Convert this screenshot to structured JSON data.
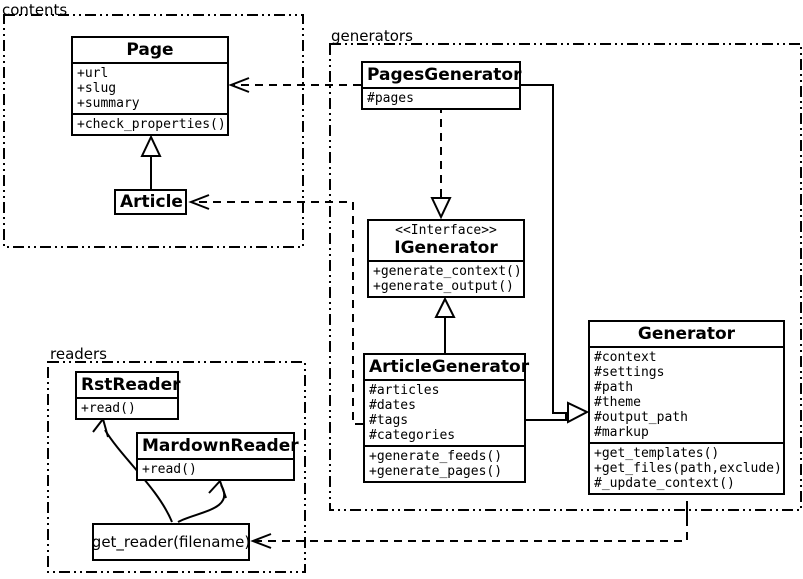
{
  "diagram_title": "UML class diagram of a static site generator",
  "colors": {
    "ink": "#000000",
    "paper": "#ffffff"
  },
  "packages": {
    "contents": {
      "label": "contents"
    },
    "generators": {
      "label": "generators"
    },
    "readers": {
      "label": "readers"
    }
  },
  "classes": {
    "page": {
      "name": "Page",
      "attrs": [
        "+url",
        "+slug",
        "+summary"
      ],
      "methods": [
        "+check_properties()"
      ]
    },
    "article": {
      "name": "Article"
    },
    "pages_generator": {
      "name": "PagesGenerator",
      "attrs": [
        "#pages"
      ]
    },
    "igenerator": {
      "stereotype": "<<Interface>>",
      "name": "IGenerator",
      "methods": [
        "+generate_context()",
        "+generate_output()"
      ]
    },
    "article_generator": {
      "name": "ArticleGenerator",
      "attrs": [
        "#articles",
        "#dates",
        "#tags",
        "#categories"
      ],
      "methods": [
        "+generate_feeds()",
        "+generate_pages()"
      ]
    },
    "generator": {
      "name": "Generator",
      "attrs": [
        "#context",
        "#settings",
        "#path",
        "#theme",
        "#output_path",
        "#markup"
      ],
      "methods": [
        "+get_templates()",
        "+get_files(path,exclude)",
        "#_update_context()"
      ]
    },
    "rst_reader": {
      "name": "RstReader",
      "methods": [
        "+read()"
      ]
    },
    "markdown_reader": {
      "name": "MardownReader",
      "methods": [
        "+read()"
      ]
    },
    "get_reader": {
      "label": "get_reader(filename)"
    }
  }
}
